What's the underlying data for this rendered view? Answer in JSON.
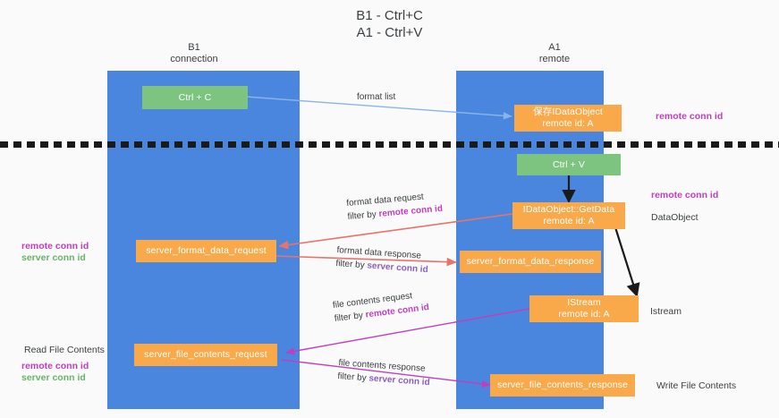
{
  "title": "B1 - Ctrl+C\nA1 - Ctrl+V",
  "colors": {
    "lane": "#4a86dd",
    "node_green": "#7cc47f",
    "node_orange": "#f9a94a",
    "magenta": "#c13ec1",
    "green_text": "#69b36c",
    "arrow_blue": "#8ab4e8",
    "arrow_red": "#e8736a",
    "arrow_purple": "#c13ec1",
    "arrow_black": "#1a1a1a",
    "background": "#fafafa"
  },
  "columns": [
    {
      "name": "B1",
      "role": "connection",
      "label": "B1\nconnection"
    },
    {
      "name": "A1",
      "role": "remote",
      "label": "A1\nremote"
    }
  ],
  "nodes": [
    {
      "id": "ctrl-c",
      "label": "Ctrl + C",
      "kind": "green",
      "column": "B1"
    },
    {
      "id": "save-idataobject",
      "label": "保存IDataObject\nremote id: A",
      "kind": "orange",
      "column": "A1"
    },
    {
      "id": "ctrl-v",
      "label": "Ctrl + V",
      "kind": "green",
      "column": "A1"
    },
    {
      "id": "getdata",
      "label": "IDataObject::GetData\nremote id: A",
      "kind": "orange",
      "column": "A1"
    },
    {
      "id": "fmt-req",
      "label": "server_format_data_request",
      "kind": "orange",
      "column": "B1"
    },
    {
      "id": "fmt-resp",
      "label": "server_format_data_response",
      "kind": "orange",
      "column": "A1"
    },
    {
      "id": "istream",
      "label": "IStream\nremote id: A",
      "kind": "orange",
      "column": "A1"
    },
    {
      "id": "file-req",
      "label": "server_file_contents_request",
      "kind": "orange",
      "column": "B1"
    },
    {
      "id": "file-resp",
      "label": "server_file_contents_response",
      "kind": "orange",
      "column": "A1"
    }
  ],
  "edges": [
    {
      "id": "e-format-list",
      "label_line1": "format list",
      "label_line2": "",
      "filter_token": "",
      "color": "arrow_blue"
    },
    {
      "id": "e-ctrlv-getdata",
      "label_line1": "",
      "label_line2": "",
      "filter_token": "",
      "color": "arrow_black"
    },
    {
      "id": "e-fmt-request",
      "label_line1": "format data request",
      "label_line2": "filter by ",
      "filter_token": "remote conn id",
      "color": "arrow_red"
    },
    {
      "id": "e-fmt-response",
      "label_line1": "format data response",
      "label_line2": "filter by ",
      "filter_token": "server conn id",
      "color": "arrow_red"
    },
    {
      "id": "e-getdata-istream",
      "label_line1": "",
      "label_line2": "",
      "filter_token": "",
      "color": "arrow_black"
    },
    {
      "id": "e-file-request",
      "label_line1": "file contents request",
      "label_line2": "filter by ",
      "filter_token": "remote conn id",
      "color": "arrow_purple"
    },
    {
      "id": "e-file-response",
      "label_line1": "file contents response",
      "label_line2": "filter by ",
      "filter_token": "server conn id",
      "color": "arrow_purple"
    }
  ],
  "annotations": {
    "right_remote_conn_id_top": "remote conn id",
    "right_remote_conn_id_mid": "remote conn id",
    "right_dataobject": "DataObject",
    "right_istream": "Istream",
    "right_write_file_contents": "Write File Contents",
    "left_remote_conn_id": "remote conn id",
    "left_server_conn_id": "server conn id",
    "left_read_file_contents": "Read File Contents",
    "left_remote_conn_id_2": "remote conn id",
    "left_server_conn_id_2": "server conn id"
  },
  "edge_labels": {
    "format_list": "format list",
    "format_data_request": "format data request",
    "format_data_response": "format data response",
    "file_contents_request": "file contents request",
    "file_contents_response": "file contents response",
    "filter_by": "filter by ",
    "remote_conn_id": "remote conn id",
    "server_conn_id": "server conn id"
  }
}
